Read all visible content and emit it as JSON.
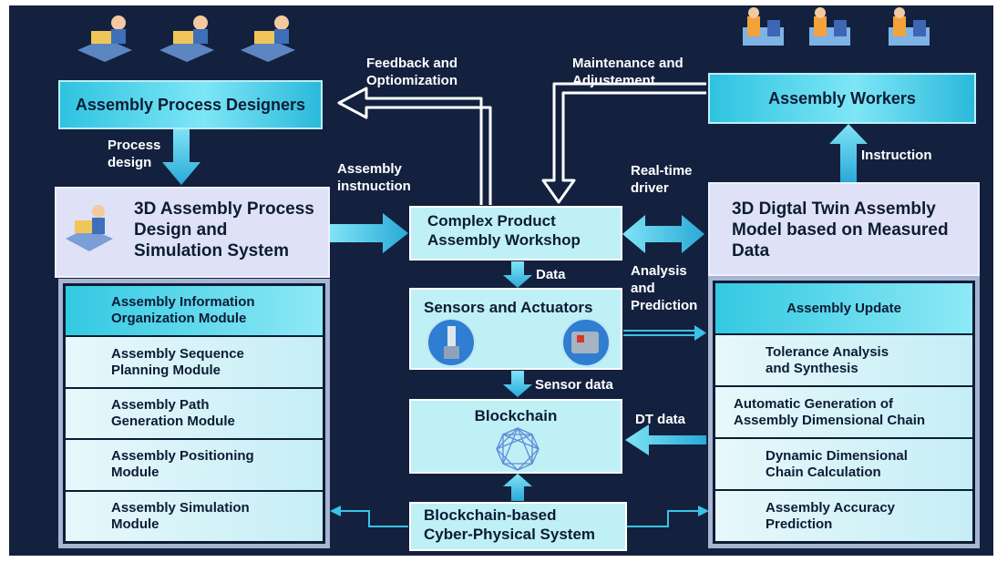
{
  "top_left_box": "Assembly Process Designers",
  "top_right_box": "Assembly Workers",
  "left_panel_title": [
    "3D Assembly Process",
    "Design and",
    "Simulation System"
  ],
  "right_panel_title": [
    "3D Digtal Twin Assembly",
    "Model based on Measured",
    "Data"
  ],
  "workshop": [
    "Complex Product",
    "Assembly Workshop"
  ],
  "sensors": "Sensors and Actuators",
  "blockchain": "Blockchain",
  "cps": [
    "Blockchain-based",
    "Cyber-Physical System"
  ],
  "left_modules": [
    [
      "Assembly Information",
      "Organization Module"
    ],
    [
      "Assembly Sequence",
      "Planning Module"
    ],
    [
      "Assembly Path",
      "Generation Module"
    ],
    [
      "Assembly Positioning",
      "Module"
    ],
    [
      "Assembly Simulation",
      "Module"
    ]
  ],
  "right_modules": [
    [
      "Assembly Update"
    ],
    [
      "Tolerance Analysis",
      "and Synthesis"
    ],
    [
      "Automatic Generation of",
      "Assembly Dimensional Chain"
    ],
    [
      "Dynamic Dimensional",
      "Chain Calculation"
    ],
    [
      "Assembly Accuracy",
      "Prediction"
    ]
  ],
  "labels": {
    "feedback": [
      "Feedback and",
      "Optiomization"
    ],
    "maintenance": [
      "Maintenance and",
      "Adjustement"
    ],
    "process_design": [
      "Process",
      "design"
    ],
    "assembly_instruction": [
      "Assembly",
      "instnuction"
    ],
    "realtime": [
      "Real-time",
      "driver"
    ],
    "instruction": "Instruction",
    "data": "Data",
    "analysis": [
      "Analysis",
      "and",
      "Prediction"
    ],
    "sensor_data": "Sensor data",
    "dt_data": "DT data"
  },
  "icons": [
    "designer-icon",
    "worker-icon",
    "blockchain-network-icon",
    "sensor-icon",
    "actuator-icon"
  ],
  "colors": {
    "background": "#13213f",
    "cyan": "#2ec3e0",
    "lavender": "#dfe2f7",
    "light_cyan": "#bff0f6"
  }
}
